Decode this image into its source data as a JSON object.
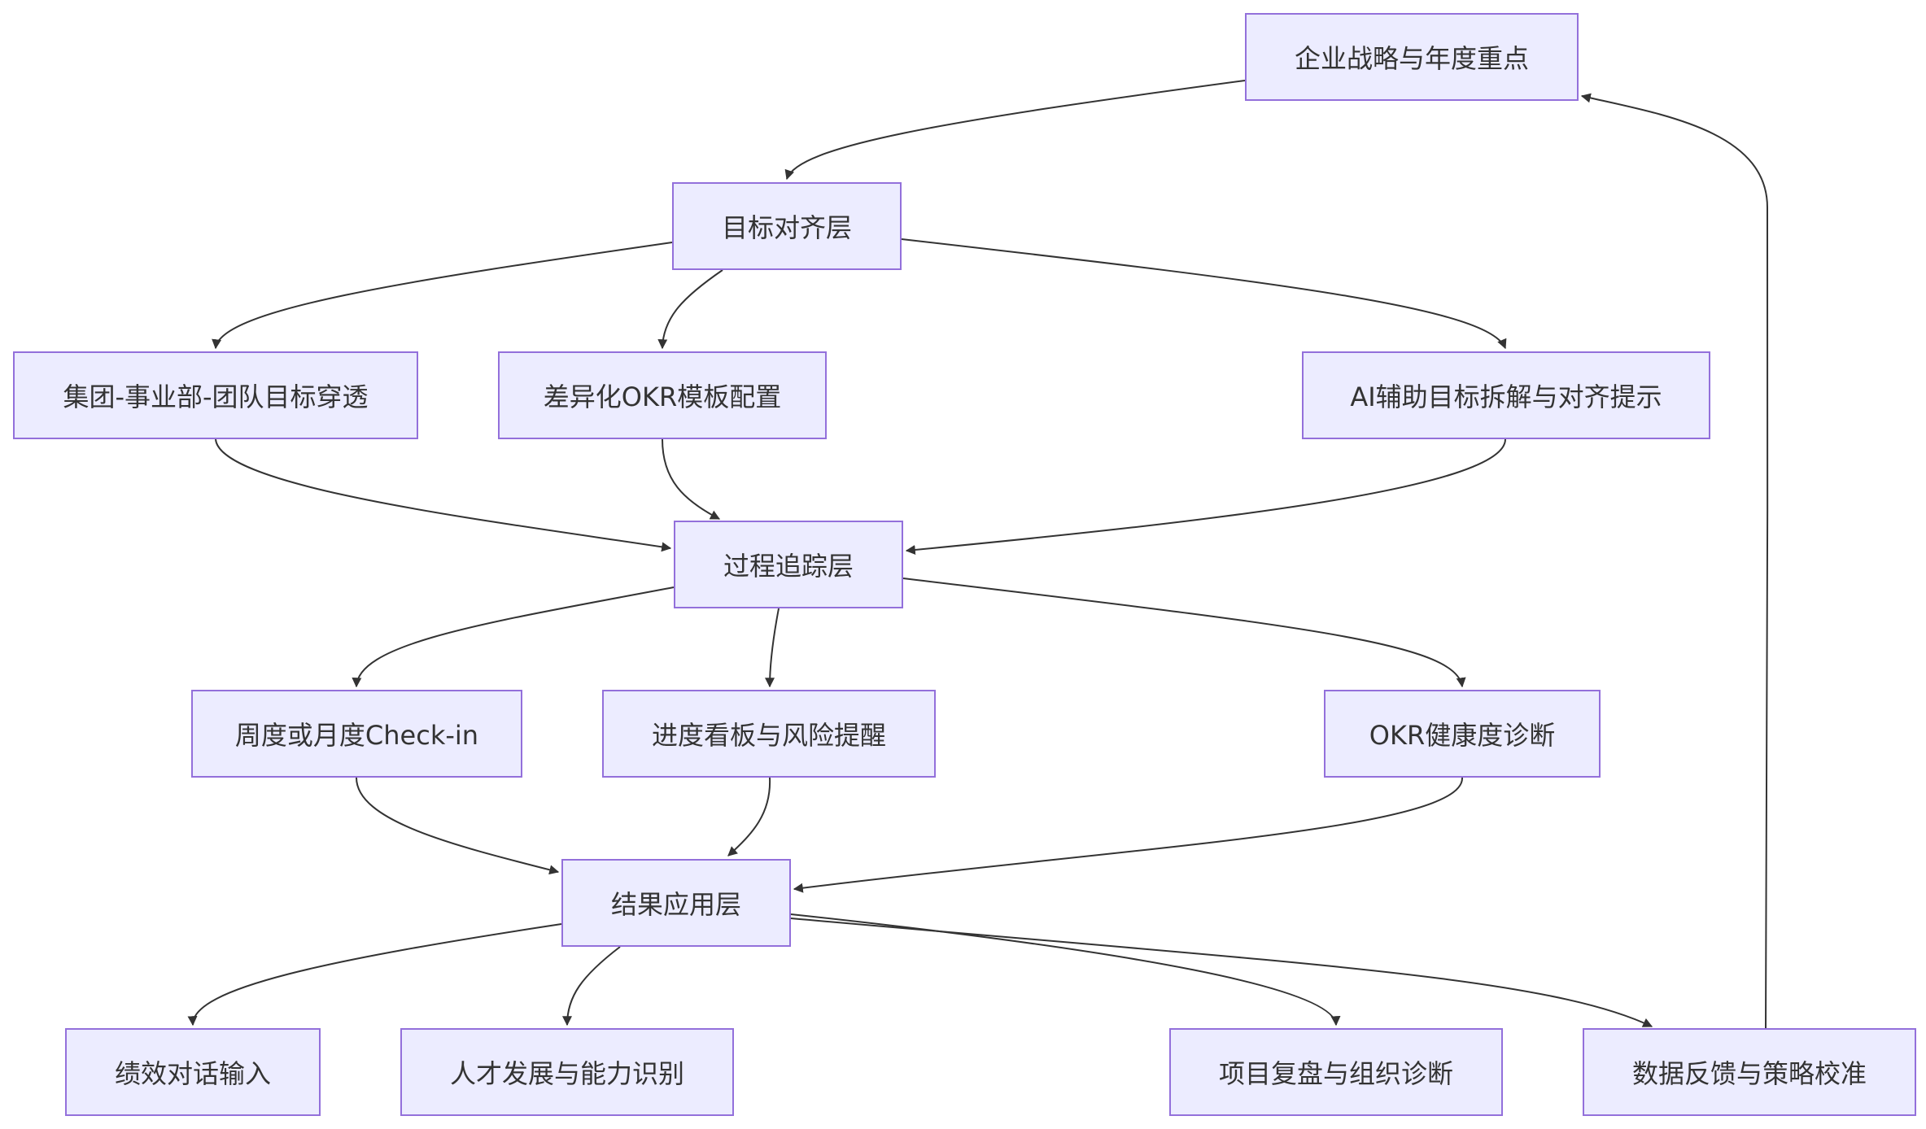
{
  "style": {
    "node_fill": "#ececff",
    "node_border": "#9370db",
    "edge_color": "#333333",
    "text_color": "#333333"
  },
  "nodes": {
    "strategy": "企业战略与年度重点",
    "align_layer": "目标对齐层",
    "cascade": "集团-事业部-团队目标穿透",
    "template": "差异化OKR模板配置",
    "ai_assist": "AI辅助目标拆解与对齐提示",
    "tracking_layer": "过程追踪层",
    "checkin": "周度或月度Check-in",
    "dashboard": "进度看板与风险提醒",
    "health": "OKR健康度诊断",
    "result_layer": "结果应用层",
    "performance": "绩效对话输入",
    "talent": "人才发展与能力识别",
    "review": "项目复盘与组织诊断",
    "feedback": "数据反馈与策略校准"
  },
  "edges": [
    {
      "from": "strategy",
      "to": "align_layer"
    },
    {
      "from": "align_layer",
      "to": "cascade"
    },
    {
      "from": "align_layer",
      "to": "template"
    },
    {
      "from": "align_layer",
      "to": "ai_assist"
    },
    {
      "from": "cascade",
      "to": "tracking_layer"
    },
    {
      "from": "template",
      "to": "tracking_layer"
    },
    {
      "from": "ai_assist",
      "to": "tracking_layer"
    },
    {
      "from": "tracking_layer",
      "to": "checkin"
    },
    {
      "from": "tracking_layer",
      "to": "dashboard"
    },
    {
      "from": "tracking_layer",
      "to": "health"
    },
    {
      "from": "checkin",
      "to": "result_layer"
    },
    {
      "from": "dashboard",
      "to": "result_layer"
    },
    {
      "from": "health",
      "to": "result_layer"
    },
    {
      "from": "result_layer",
      "to": "performance"
    },
    {
      "from": "result_layer",
      "to": "talent"
    },
    {
      "from": "result_layer",
      "to": "review"
    },
    {
      "from": "result_layer",
      "to": "feedback"
    },
    {
      "from": "feedback",
      "to": "strategy"
    }
  ]
}
